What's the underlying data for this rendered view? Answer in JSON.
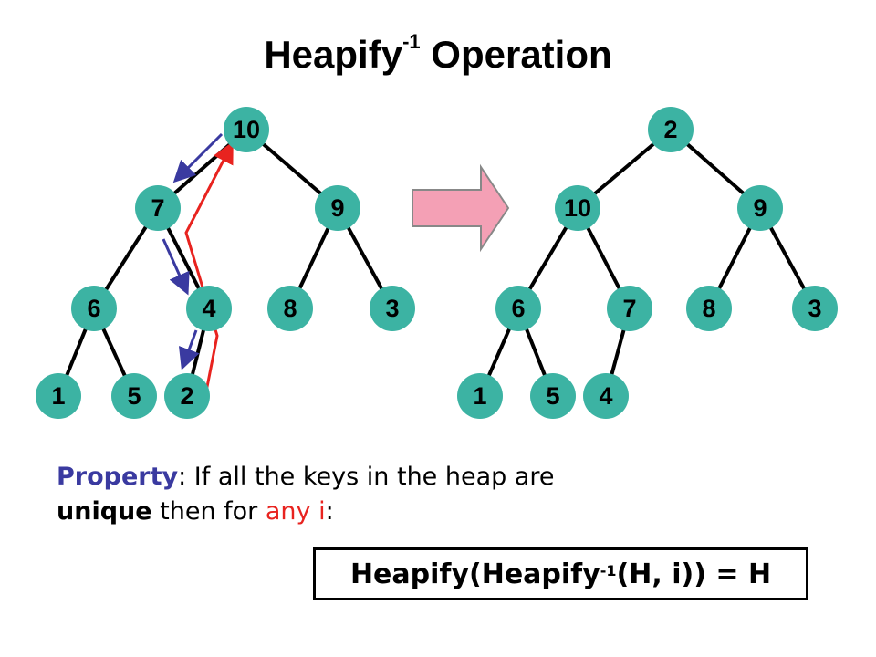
{
  "title": {
    "main": "Heapify",
    "sup": "-1",
    "rest": " Operation"
  },
  "left_tree": {
    "nodes": [
      {
        "id": "a",
        "label": "10"
      },
      {
        "id": "b",
        "label": "7"
      },
      {
        "id": "c",
        "label": "9"
      },
      {
        "id": "d",
        "label": "6"
      },
      {
        "id": "e",
        "label": "4"
      },
      {
        "id": "f",
        "label": "8"
      },
      {
        "id": "g",
        "label": "3"
      },
      {
        "id": "h",
        "label": "1"
      },
      {
        "id": "i",
        "label": "5"
      },
      {
        "id": "j",
        "label": "2"
      }
    ]
  },
  "right_tree": {
    "nodes": [
      {
        "id": "a",
        "label": "2"
      },
      {
        "id": "b",
        "label": "10"
      },
      {
        "id": "c",
        "label": "9"
      },
      {
        "id": "d",
        "label": "6"
      },
      {
        "id": "e",
        "label": "7"
      },
      {
        "id": "f",
        "label": "8"
      },
      {
        "id": "g",
        "label": "3"
      },
      {
        "id": "h",
        "label": "1"
      },
      {
        "id": "i",
        "label": "5"
      },
      {
        "id": "j",
        "label": "4"
      }
    ]
  },
  "property": {
    "label": "Property",
    "text1": ": If all the keys  in the heap are",
    "unique": "unique",
    "text2": " then for ",
    "any_i": "any i",
    "colon": ":"
  },
  "formula": {
    "part1": "Heapify(Heapify",
    "sup": "-1",
    "part2": "(H, i)) = H"
  },
  "colors": {
    "node": "#3cb3a3",
    "arrow_blue": "#3a3aa0",
    "arrow_red": "#e8231f",
    "transform_arrow": "#f4a0b5"
  }
}
